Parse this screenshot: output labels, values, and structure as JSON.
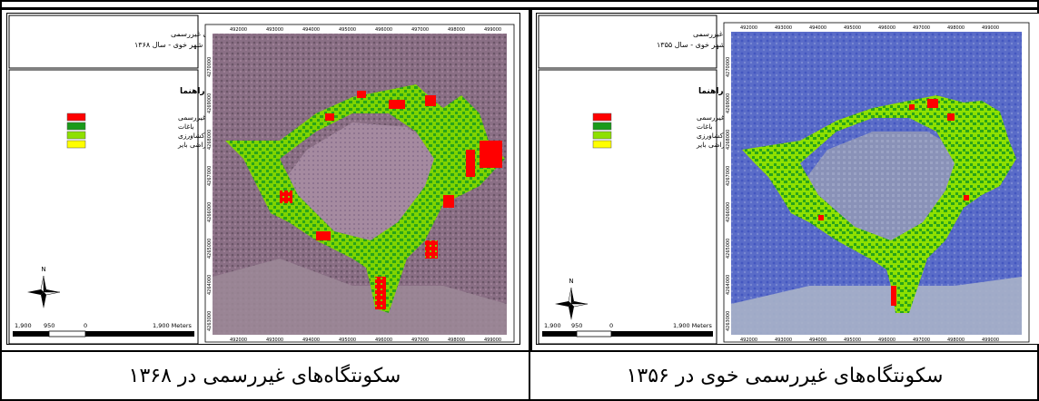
{
  "left_map": {
    "title_line1": "روند گسترش فضایی سکونتگاههای غیررسمی",
    "title_line2": "شهر خوی - سال ۱۳۶۸",
    "legend_title": "راهنما",
    "legend": [
      {
        "label": "سکونتگاههای غیررسمی",
        "color": "#ff0000"
      },
      {
        "label": "باغات",
        "color": "#1a9a1a"
      },
      {
        "label": "اراضی کشاورزی",
        "color": "#8ee000"
      },
      {
        "label": "اراضی بایر",
        "color": "#ffff00"
      }
    ],
    "north_label": "N",
    "scale_labels": [
      "1,900",
      "950",
      "0",
      "1,900 Meters"
    ],
    "x_ticks": [
      "492000",
      "493000",
      "494000",
      "495000",
      "496000",
      "497000",
      "498000",
      "499000"
    ],
    "y_ticks": [
      "4270000",
      "4269000",
      "4268000",
      "4267000",
      "4266000",
      "4265000",
      "4264000",
      "4263000"
    ]
  },
  "right_map": {
    "title_line1": "روند گسترش فضایی سکونتگاههای غیررسمی",
    "title_line2": "شهر خوی - سال ۱۳۵۵",
    "legend_title": "راهنما",
    "legend": [
      {
        "label": "سکونتگاههای غیررسمی",
        "color": "#ff0000"
      },
      {
        "label": "باغات",
        "color": "#1a9a1a"
      },
      {
        "label": "اراضی کشاورزی",
        "color": "#8ee000"
      },
      {
        "label": "اراضی بایر",
        "color": "#ffff00"
      }
    ],
    "north_label": "N",
    "scale_labels": [
      "1,900",
      "950",
      "0",
      "1,900 Meters"
    ],
    "x_ticks": [
      "492000",
      "493000",
      "494000",
      "495000",
      "496000",
      "497000",
      "498000",
      "499000"
    ],
    "y_ticks": [
      "4270000",
      "4269000",
      "4268000",
      "4267000",
      "4266000",
      "4265000",
      "4264000",
      "4263000"
    ]
  },
  "captions": {
    "left": "سکونتگاه‌های غیررسمی در ۱۳۶۸",
    "right": "سکونتگاه‌های غیررسمی خوی در ۱۳۵۶"
  }
}
